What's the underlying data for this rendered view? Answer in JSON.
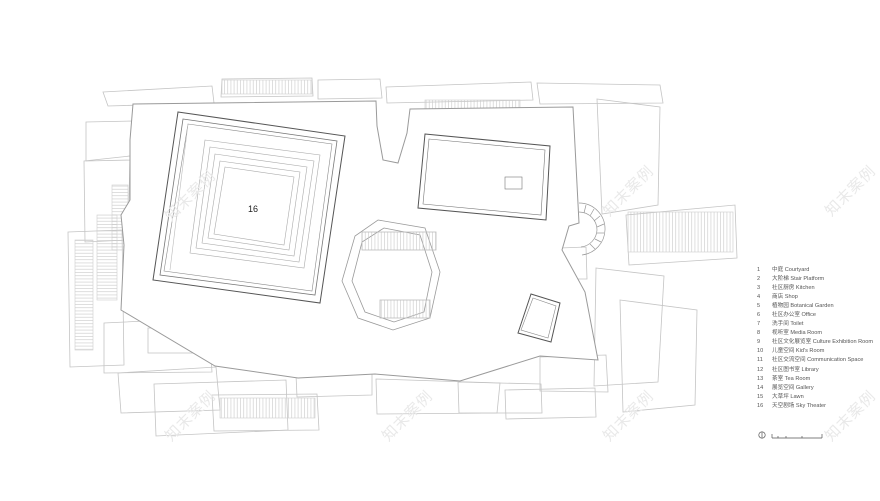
{
  "plan": {
    "room_label": "16"
  },
  "legend": [
    {
      "num": "1",
      "text": "中庭 Courtyard"
    },
    {
      "num": "2",
      "text": "大阶梯 Stair Platform"
    },
    {
      "num": "3",
      "text": "社区厨房 Kitchen"
    },
    {
      "num": "4",
      "text": "商店 Shop"
    },
    {
      "num": "5",
      "text": "植物园 Botanical Garden"
    },
    {
      "num": "6",
      "text": "社区办公室 Office"
    },
    {
      "num": "7",
      "text": "洗手间 Toilet"
    },
    {
      "num": "8",
      "text": "视听室 Media Room"
    },
    {
      "num": "9",
      "text": "社区文化展览室 Culture Exhibition Room"
    },
    {
      "num": "10",
      "text": "儿童空间 Kid's Room"
    },
    {
      "num": "11",
      "text": "社区交流空间 Communication Space"
    },
    {
      "num": "12",
      "text": "社区图书室 Library"
    },
    {
      "num": "13",
      "text": "茶室 Tea Room"
    },
    {
      "num": "14",
      "text": "展览空间 Gallery"
    },
    {
      "num": "15",
      "text": "大草坪 Lawn"
    },
    {
      "num": "16",
      "text": "天空剧场 Sky Theater"
    }
  ],
  "watermark": "知末案例"
}
